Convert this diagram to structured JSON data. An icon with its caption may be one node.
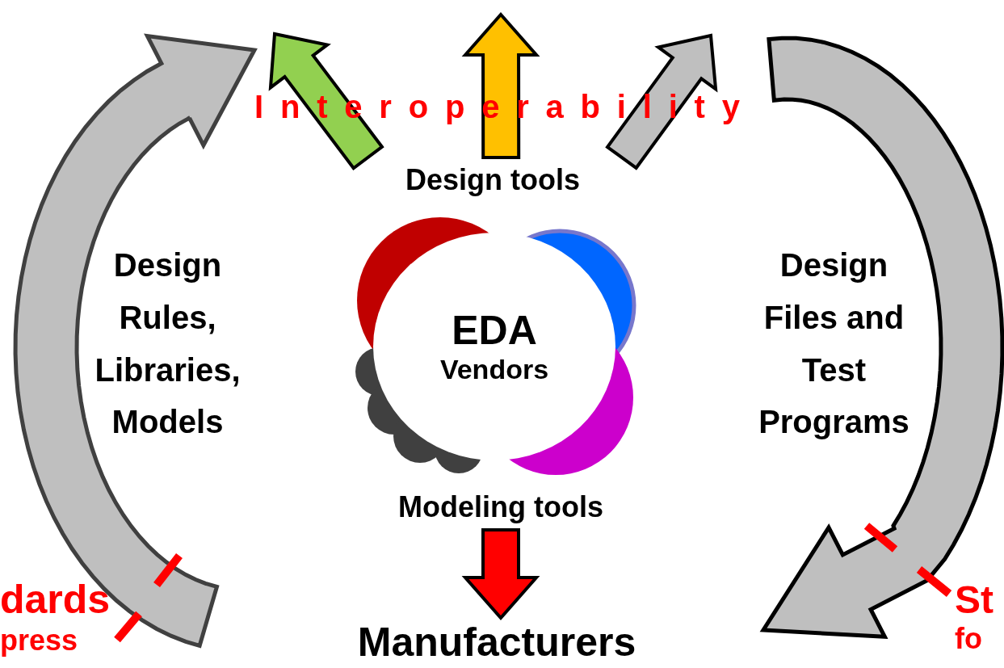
{
  "diagram": {
    "nodes": [
      {
        "text": [
          "EDA",
          "Vendors"
        ]
      },
      {
        "text": [
          "Design tools"
        ]
      },
      {
        "text": [
          "Modeling tools"
        ]
      },
      {
        "text": [
          "Manufacturers"
        ]
      },
      {
        "text": [
          "dards",
          "press"
        ]
      },
      {
        "text": [
          "St",
          "fo"
        ]
      }
    ],
    "edges": [
      {
        "from": 1,
        "to": null,
        "arrow": "to",
        "style": "thick",
        "color": "#92d050"
      },
      {
        "from": 1,
        "to": null,
        "arrow": "to",
        "style": "thick",
        "color": "#ffc000"
      },
      {
        "from": 1,
        "to": null,
        "arrow": "to",
        "style": "thick",
        "color": "#bfbfbf"
      },
      {
        "from": 2,
        "to": 3,
        "arrow": "to",
        "style": "thick",
        "color": "#ff0000"
      }
    ],
    "labels": [
      "Interoperability",
      "Design Rules, Libraries, Models",
      "Design Files and Test Programs"
    ]
  }
}
